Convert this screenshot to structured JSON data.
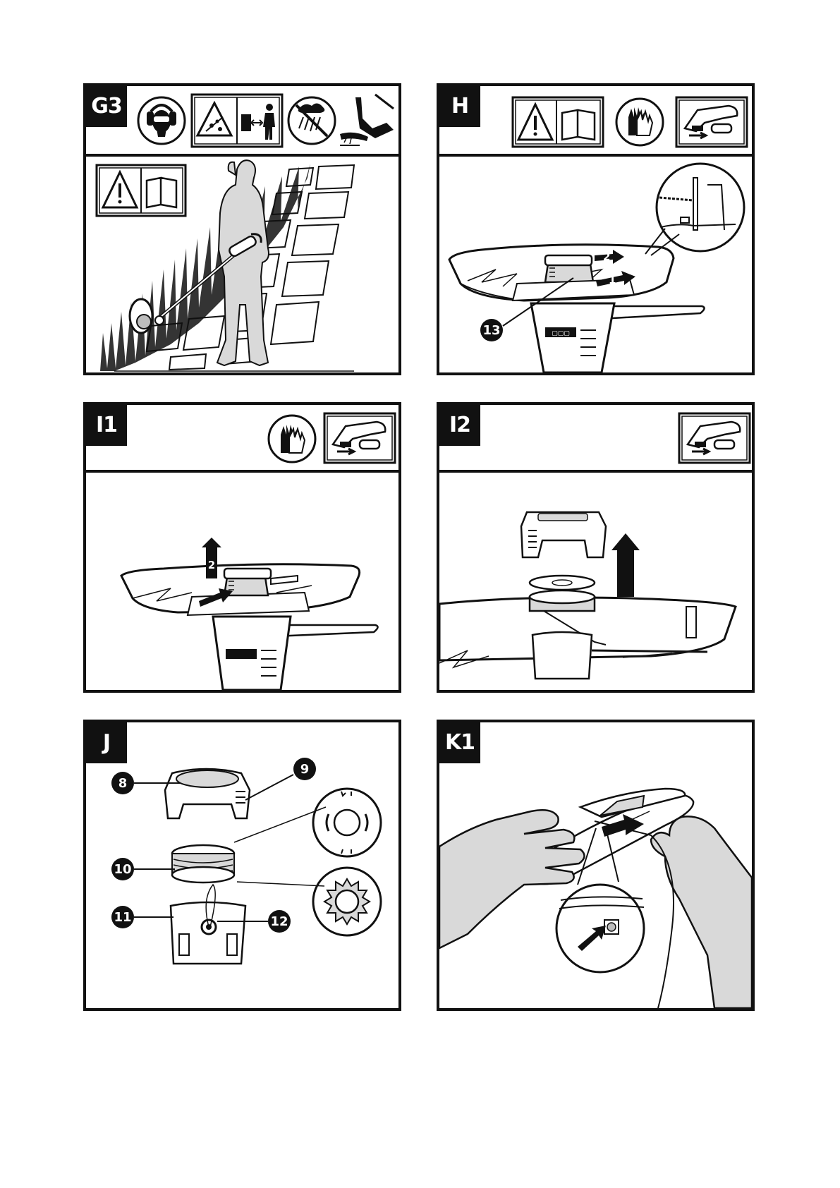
{
  "panels": [
    {
      "id": "g3",
      "label": "G3",
      "icons": [
        "ear-eye-protection-icon",
        "thrown-objects-keep-distance-icon",
        "no-rain-icon",
        "no-foot-under-guard-icon"
      ],
      "body_icons": [
        "warning-read-manual-icon"
      ]
    },
    {
      "id": "h",
      "label": "H",
      "icons": [
        "warning-read-manual-icon",
        "wear-gloves-icon",
        "remove-battery-icon"
      ],
      "callouts": [
        "13"
      ],
      "arrow_numbers": [
        "2",
        "1"
      ]
    },
    {
      "id": "i1",
      "label": "I1",
      "icons": [
        "wear-gloves-icon",
        "remove-battery-icon"
      ],
      "arrow_numbers": [
        "2"
      ]
    },
    {
      "id": "i2",
      "label": "I2",
      "icons": [
        "remove-battery-icon"
      ]
    },
    {
      "id": "j",
      "label": "J",
      "callouts": [
        "8",
        "9",
        "10",
        "11",
        "12"
      ]
    },
    {
      "id": "k1",
      "label": "K1"
    }
  ],
  "colors": {
    "ink": "#111111",
    "light_gray": "#d9d9d9",
    "mid_gray": "#bdbdbd"
  }
}
